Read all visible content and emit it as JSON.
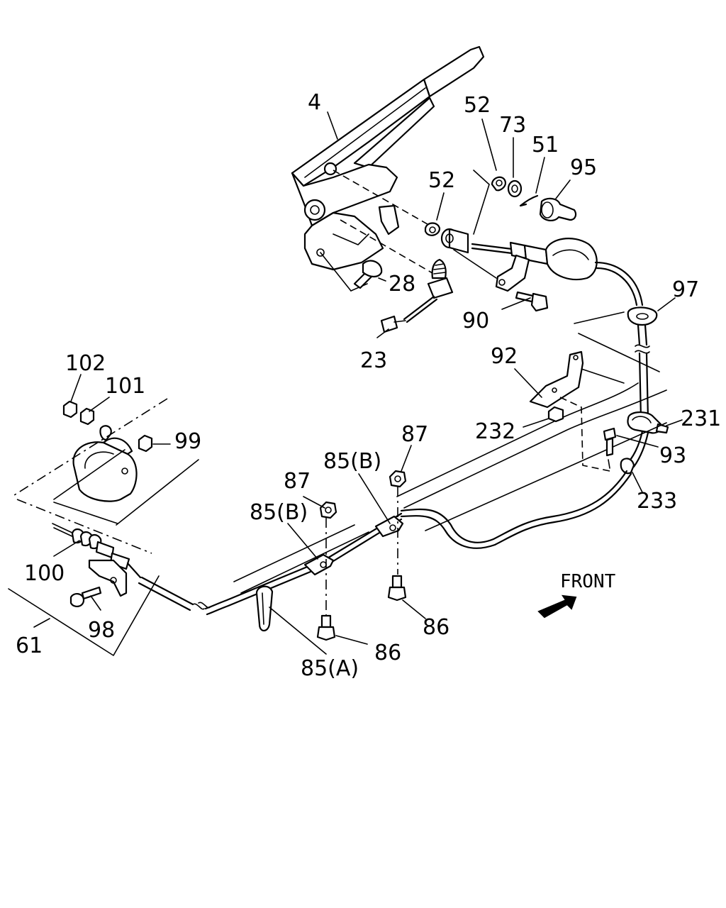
{
  "labels": {
    "l4": "4",
    "l52a": "52",
    "l73": "73",
    "l51": "51",
    "l95": "95",
    "l52b": "52",
    "l28": "28",
    "l90": "90",
    "l97": "97",
    "l23": "23",
    "l92": "92",
    "l102": "102",
    "l101": "101",
    "l99": "99",
    "l232": "232",
    "l231": "231",
    "l87a": "87",
    "l85b1": "85(B)",
    "l93": "93",
    "l87b": "87",
    "l85b2": "85(B)",
    "l233": "233",
    "l100": "100",
    "l98": "98",
    "l61": "61",
    "l86a": "86",
    "l86b": "86",
    "l85a": "85(A)"
  },
  "front_label": "FRONT"
}
